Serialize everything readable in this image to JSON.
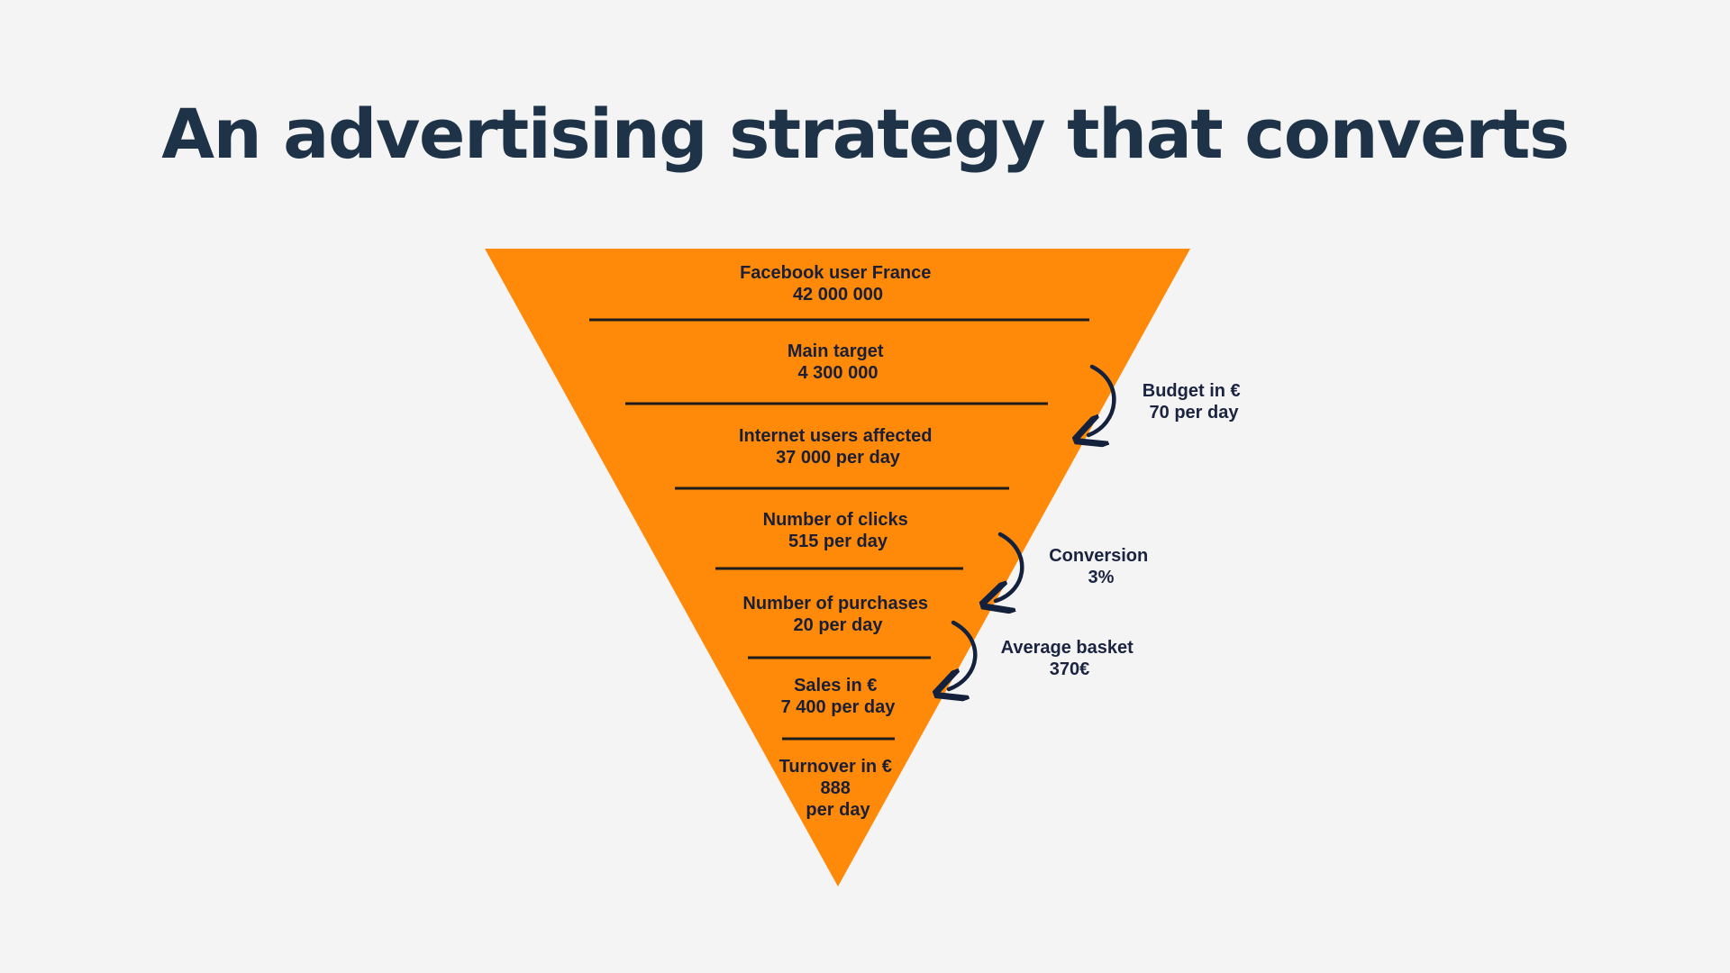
{
  "title": "An advertising strategy that converts",
  "colors": {
    "background": "#f4f4f4",
    "title": "#1e3347",
    "funnel": "#ff8a0a",
    "divider": "#1c1c1c",
    "arrow": "#14213d"
  },
  "funnel_levels": [
    {
      "lines": [
        "Facebook user France",
        "42 000 000"
      ]
    },
    {
      "lines": [
        "Main target",
        "4 300 000"
      ]
    },
    {
      "lines": [
        "Internet users affected",
        "37 000 per day"
      ]
    },
    {
      "lines": [
        "Number of clicks",
        "515 per day"
      ]
    },
    {
      "lines": [
        "Number of purchases",
        "20 per day"
      ]
    },
    {
      "lines": [
        "Sales in €",
        "7 400 per day"
      ]
    },
    {
      "lines": [
        "Turnover in €",
        "888",
        "per day"
      ]
    }
  ],
  "annotations": [
    {
      "lines": [
        "Budget in €",
        "70 per day"
      ],
      "arrow_icon": "curved-arrow-icon"
    },
    {
      "lines": [
        "Conversion",
        "3%"
      ],
      "arrow_icon": "curved-arrow-icon"
    },
    {
      "lines": [
        "Average basket",
        "370€"
      ],
      "arrow_icon": "curved-arrow-icon"
    }
  ]
}
